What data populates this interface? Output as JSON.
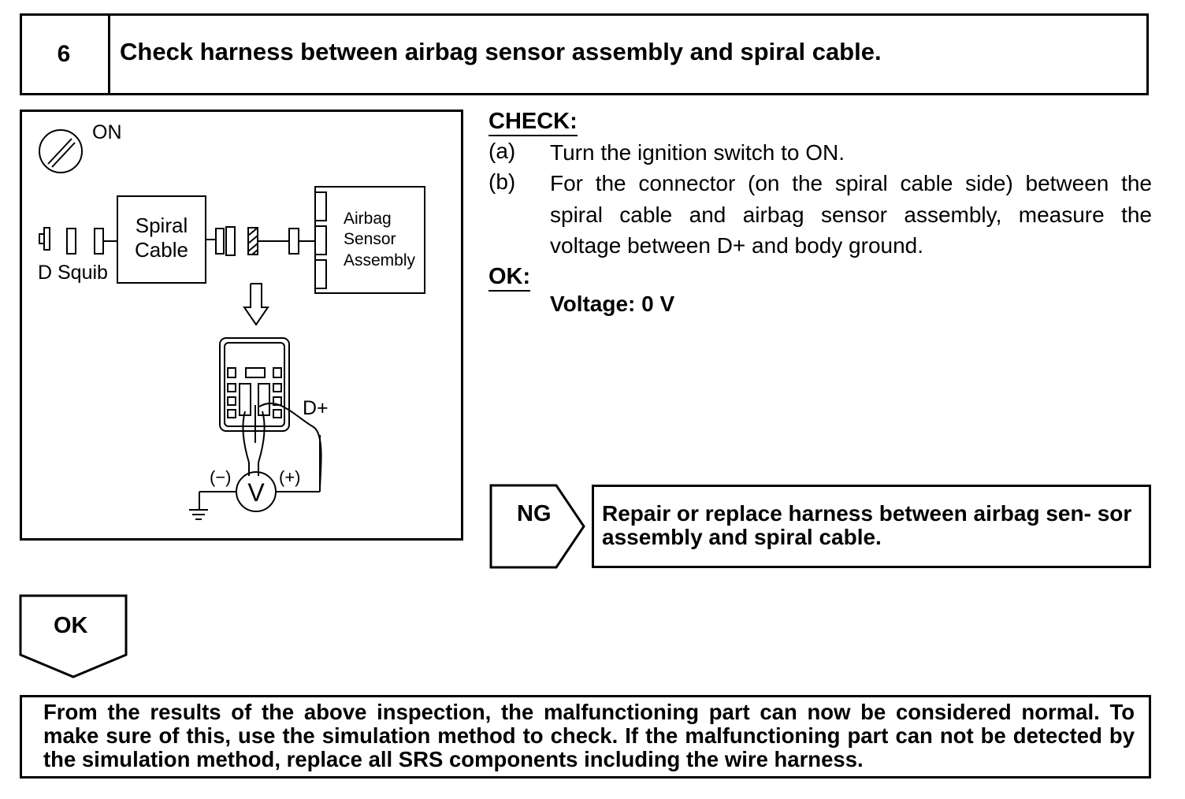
{
  "header": {
    "step_number": "6",
    "title": "Check harness between airbag sensor assembly and spiral cable."
  },
  "diagram": {
    "ignition_label": "ON",
    "spiral_cable_line1": "Spiral",
    "spiral_cable_line2": "Cable",
    "d_squib_label": "D Squib",
    "airbag_line1": "Airbag",
    "airbag_line2": "Sensor",
    "airbag_line3": "Assembly",
    "d_plus_label": "D+",
    "minus_label": "(−)",
    "plus_label": "(+)",
    "meter_label": "V"
  },
  "check": {
    "label": "CHECK:",
    "steps": [
      {
        "letter": "(a)",
        "text": "Turn the ignition switch to ON."
      },
      {
        "letter": "(b)",
        "text": "For the connector (on the spiral cable side) between the spiral cable and airbag sensor assembly, measure the voltage between D+ and body ground."
      }
    ]
  },
  "ok": {
    "label": "OK:",
    "value": "Voltage: 0 V"
  },
  "ng": {
    "tag": "NG",
    "text": "Repair or replace harness between airbag sen- sor assembly and spiral cable."
  },
  "ok_branch": {
    "tag": "OK"
  },
  "footer": {
    "text": "From the results of the above inspection, the malfunctioning part can now be considered normal. To make sure of this, use the simulation method to check. If the malfunctioning part can not be detected by the simulation method, replace all SRS components including the wire harness."
  }
}
